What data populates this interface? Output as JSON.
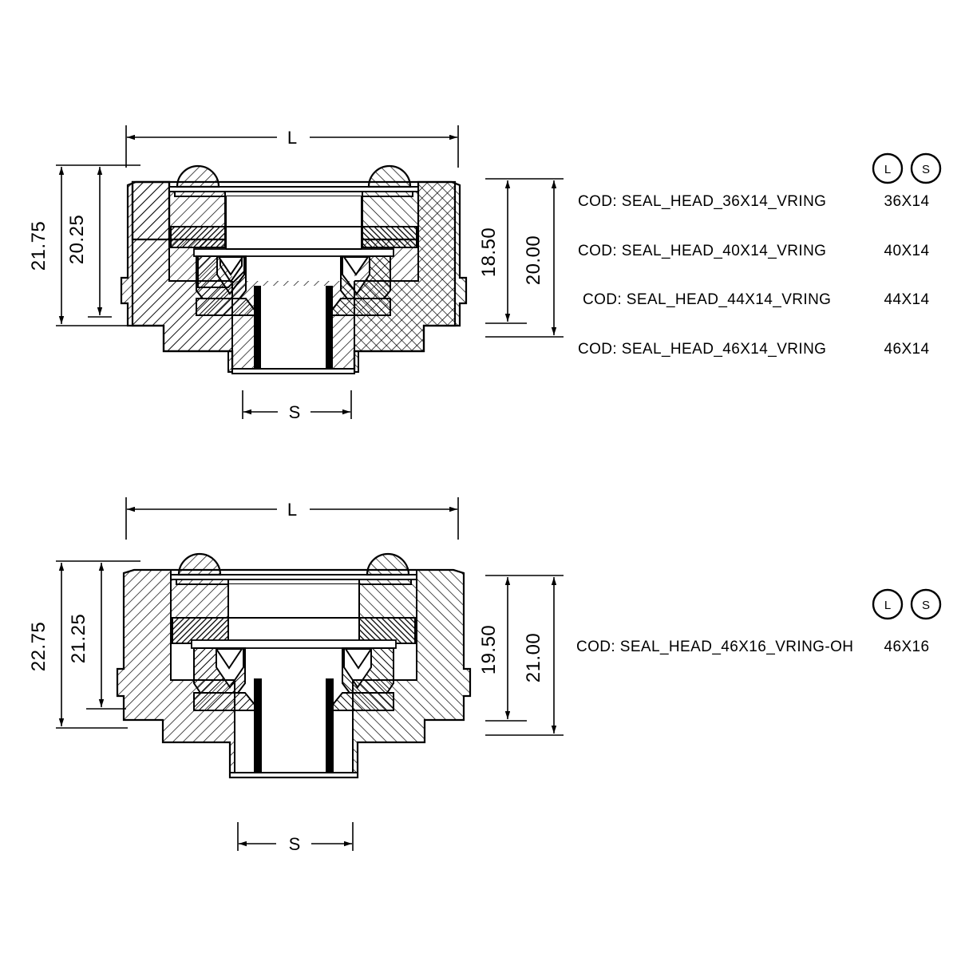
{
  "sheet": {
    "background": "#ffffff",
    "line_color": "#000000"
  },
  "views": [
    {
      "id": "view-top",
      "name": "seal-head-vring-section-view",
      "dimensions": {
        "overall_length_label": "L",
        "bore_label": "S",
        "left_outer": "21.75",
        "left_inner": "20.25",
        "right_inner": "18.50",
        "right_outer": "20.00"
      }
    },
    {
      "id": "view-bottom",
      "name": "seal-head-vring-oh-section-view",
      "dimensions": {
        "overall_length_label": "L",
        "bore_label": "S",
        "left_outer": "22.75",
        "left_inner": "21.25",
        "right_inner": "19.50",
        "right_outer": "21.00"
      }
    }
  ],
  "tables": [
    {
      "id": "table-top",
      "headers": {
        "l": "L",
        "s": "S"
      },
      "rows": [
        {
          "code": "COD:  SEAL_HEAD_36X14_VRING",
          "size": "36X14"
        },
        {
          "code": "COD:  SEAL_HEAD_40X14_VRING",
          "size": "40X14"
        },
        {
          "code": "COD:  SEAL_HEAD_44X14_VRING",
          "size": "44X14"
        },
        {
          "code": "COD:  SEAL_HEAD_46X14_VRING",
          "size": "46X14"
        }
      ]
    },
    {
      "id": "table-bottom",
      "headers": {
        "l": "L",
        "s": "S"
      },
      "rows": [
        {
          "code": "COD:  SEAL_HEAD_46X16_VRING-OH",
          "size": "46X16"
        }
      ]
    }
  ]
}
